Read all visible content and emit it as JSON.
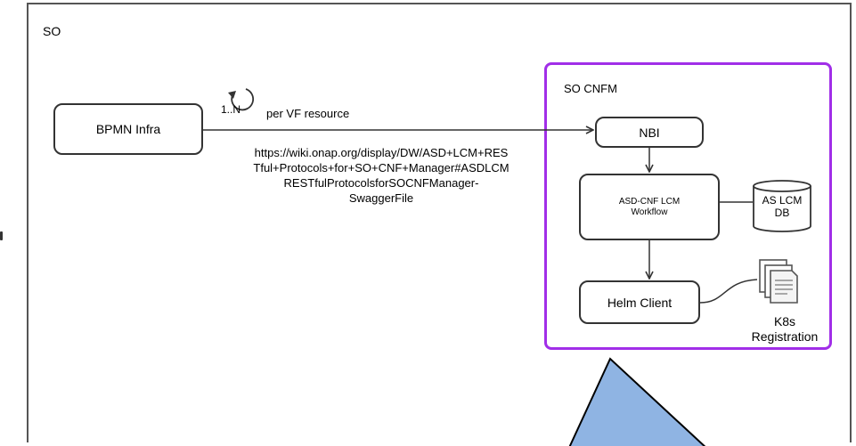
{
  "outer": {
    "label": "SO"
  },
  "cnfm": {
    "label": "SO CNFM"
  },
  "nodes": {
    "bpmn": "BPMN Infra",
    "nbi": "NBI",
    "asd_line1": "ASD-CNF LCM",
    "asd_line2": "Workflow",
    "db_line1": "AS LCM",
    "db_line2": "DB",
    "helm": "Helm Client",
    "k8s_line1": "K8s",
    "k8s_line2": "Registration"
  },
  "edge": {
    "loop_label": "1..N",
    "vf_label": "per VF resource",
    "url_line1": "https://wiki.onap.org/display/DW/ASD+LCM+RES",
    "url_line2": "Tful+Protocols+for+SO+CNF+Manager#ASDLCM",
    "url_line3": "RESTfulProtocolsforSOCNFManager-",
    "url_line4": "SwaggerFile"
  },
  "colors": {
    "cnfm_border": "#a12ee8",
    "triangle_fill": "#8fb4e3",
    "line": "#333333"
  },
  "icons": [
    "loop-icon",
    "database-icon",
    "document-stack-icon"
  ]
}
